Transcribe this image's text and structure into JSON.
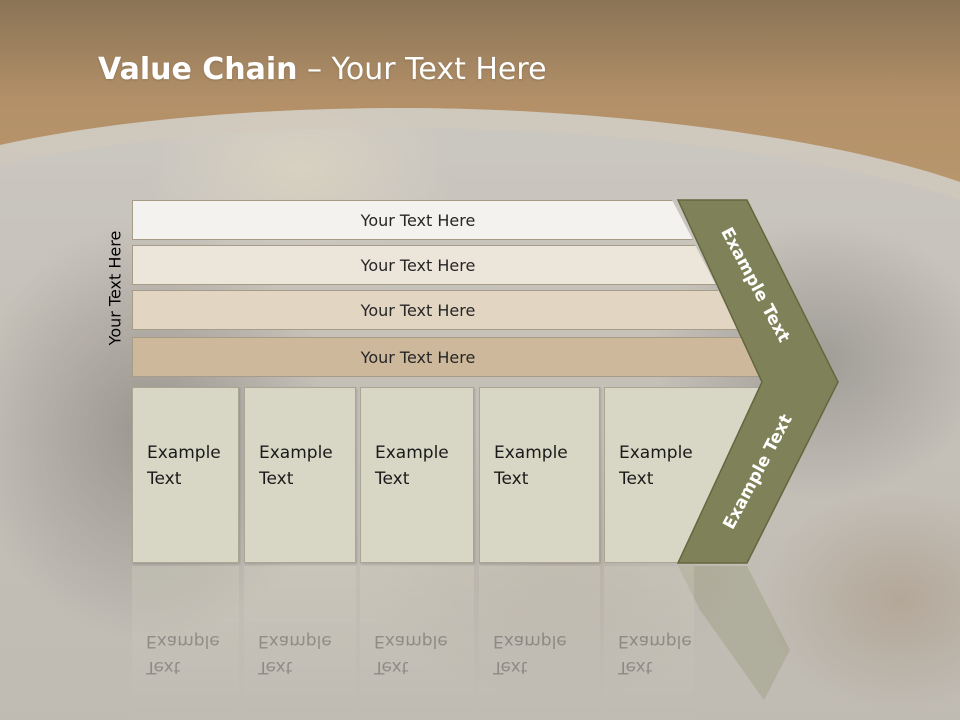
{
  "slide": {
    "title_bold": "Value Chain",
    "title_rest": " – Your Text Here",
    "side_label": "Your Text Here"
  },
  "bars": [
    {
      "label": "Your Text Here"
    },
    {
      "label": "Your Text Here"
    },
    {
      "label": "Your Text Here"
    },
    {
      "label": "Your Text Here"
    }
  ],
  "columns": [
    {
      "line1": "Example",
      "line2": "Text"
    },
    {
      "line1": "Example",
      "line2": "Text"
    },
    {
      "line1": "Example",
      "line2": "Text"
    },
    {
      "line1": "Example",
      "line2": "Text"
    },
    {
      "line1": "Example",
      "line2": "Text"
    }
  ],
  "chevron": {
    "upper_label": "Example Text",
    "lower_label": "Example Text"
  },
  "colors": {
    "header_brown": "#b08e63",
    "chevron_olive": "#7f8258"
  }
}
